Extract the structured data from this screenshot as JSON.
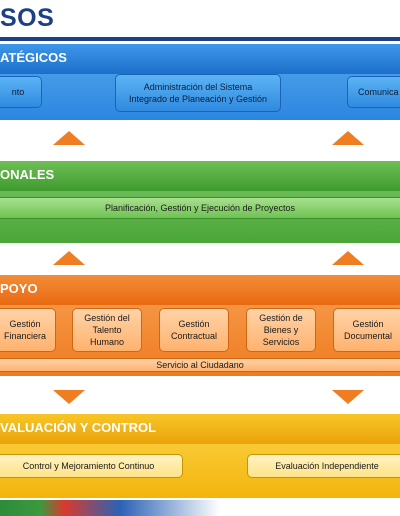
{
  "title": "SOS",
  "groups": {
    "strategic": {
      "label": "ATÉGICOS",
      "items": [
        "nto",
        "Administración del Sistema\nIntegrado de Planeación y Gestión",
        "Comunica"
      ]
    },
    "missional": {
      "label": "ONALES",
      "items": [
        "Planificación, Gestión y Ejecución de Proyectos"
      ]
    },
    "support": {
      "label": "POYO",
      "items": [
        "Gestión\nFinanciera",
        "Gestión del\nTalento\nHumano",
        "Gestión\nContractual",
        "Gestión de\nBienes y\nServicios",
        "Gestión\nDocumental"
      ],
      "bar": "Servicio al Ciudadano"
    },
    "evaluation": {
      "label": "VALUACIÓN Y CONTROL",
      "items": [
        "Control y Mejoramiento Continuo",
        "Evaluación Independiente"
      ]
    }
  },
  "colors": {
    "title": "#1c3f86",
    "strategic": "#2b86df",
    "missional": "#4aa637",
    "support": "#ef7b20",
    "evaluation": "#f3b40c",
    "arrow": "#ef7d22"
  }
}
